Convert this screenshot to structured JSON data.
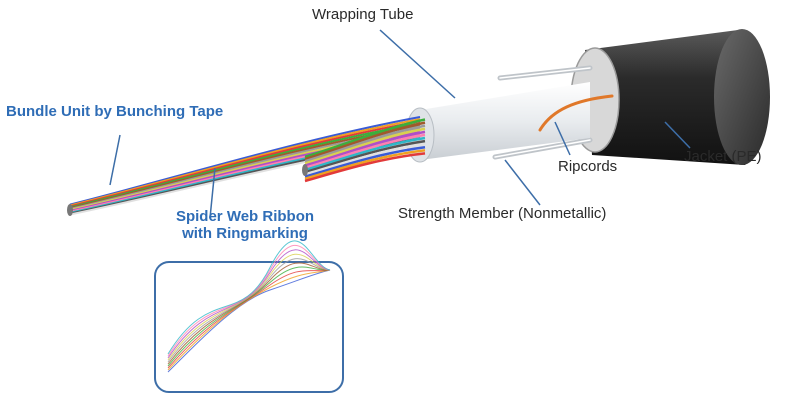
{
  "labels": {
    "wrapping_tube": "Wrapping Tube",
    "bundle_unit": "Bundle Unit by Bunching Tape",
    "spider_web_line1": "Spider Web Ribbon",
    "spider_web_line2": "with Ringmarking",
    "ripcords": "Ripcords",
    "jacket": "Jacket (PE)",
    "strength_member": "Strength Member (Nonmetallic)"
  },
  "colors": {
    "label_text": "#2a2a2a",
    "highlight_label": "#2f6db6",
    "leader_line": "#3d6ea8",
    "jacket": "#2b2b2b",
    "wrapping_tube": "#e9ecef",
    "ripcord": "#e0782a",
    "inset_border": "#3d6ea8",
    "fiber_colors": [
      "#3a5bd6",
      "#f0a020",
      "#e23a3a",
      "#3cae3c",
      "#a05a2c",
      "#9a9a9a",
      "#d9d050",
      "#b04fc8",
      "#ff7fb0",
      "#2fb8c8",
      "#555555",
      "#e0e0e0"
    ]
  },
  "icons": [
    "optical-cable-cutaway",
    "spider-web-ribbon-inset"
  ]
}
